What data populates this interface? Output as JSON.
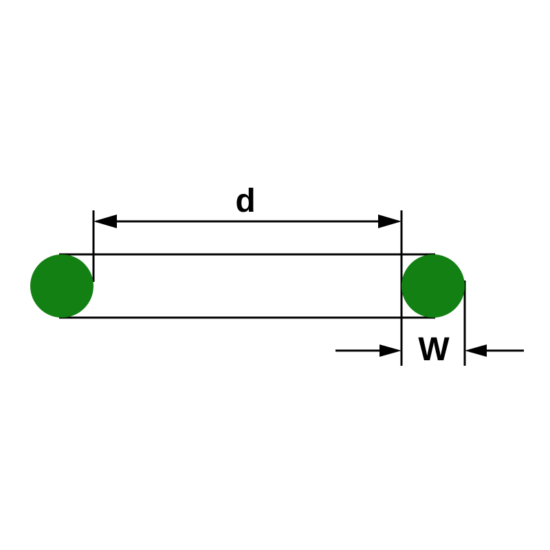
{
  "diagram": {
    "type": "technical-drawing",
    "subject": "O-ring side view with dimension callouts",
    "labels": {
      "inner_diameter": "d",
      "cross_section_width": "W"
    },
    "colors": {
      "oring": "#138013",
      "line": "#000000",
      "background": "#ffffff"
    }
  }
}
